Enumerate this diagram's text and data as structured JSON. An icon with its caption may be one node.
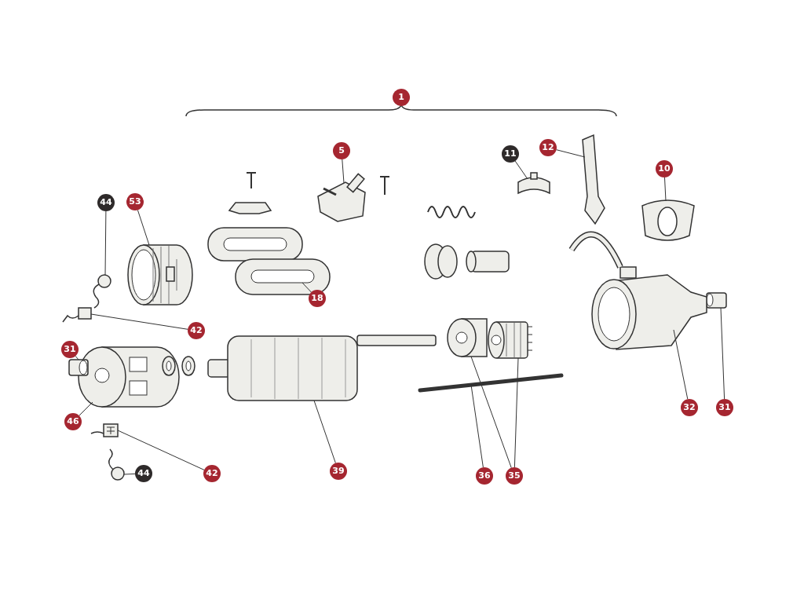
{
  "diagram": {
    "nodes": [
      {
        "text": [
          "5"
        ]
      },
      {
        "text": [
          "11"
        ]
      },
      {
        "text": [
          "12"
        ]
      },
      {
        "text": [
          "10"
        ]
      },
      {
        "text": [
          "44"
        ]
      },
      {
        "text": [
          "53"
        ]
      },
      {
        "text": [
          "18"
        ]
      },
      {
        "text": [
          "42"
        ]
      },
      {
        "text": [
          "31"
        ]
      },
      {
        "text": [
          "46"
        ]
      },
      {
        "text": [
          "32"
        ]
      },
      {
        "text": [
          "31"
        ]
      },
      {
        "text": [
          "39"
        ]
      },
      {
        "text": [
          "36"
        ]
      },
      {
        "text": [
          "35"
        ]
      },
      {
        "text": [
          "42"
        ]
      },
      {
        "text": [
          "44"
        ]
      },
      {
        "text": [],
        "shape": "picture"
      },
      {
        "text": [],
        "shape": "picture"
      },
      {
        "text": [],
        "shape": "picture"
      },
      {
        "text": [],
        "shape": "picture"
      },
      {
        "text": [],
        "shape": "picture"
      },
      {
        "text": [],
        "shape": "picture"
      },
      {
        "text": [],
        "shape": "picture"
      },
      {
        "text": [],
        "shape": "picture"
      },
      {
        "text": [],
        "shape": "picture"
      },
      {
        "text": [],
        "shape": "picture"
      },
      {
        "text": [],
        "shape": "picture"
      },
      {
        "text": [],
        "shape": "picture"
      },
      {
        "text": [],
        "shape": "picture"
      },
      {
        "text": [],
        "shape": "picture"
      },
      {
        "text": [],
        "shape": "picture"
      },
      {
        "text": [],
        "shape": "picture"
      },
      {
        "text": [],
        "shape": "picture"
      },
      {
        "text": [],
        "shape": "picture"
      },
      {
        "text": [
          "1"
        ]
      }
    ],
    "edges": [
      {
        "from": 0,
        "to": 17,
        "arrow": "none"
      },
      {
        "from": 1,
        "to": 18,
        "arrow": "none"
      },
      {
        "from": 2,
        "to": 19,
        "arrow": "none"
      },
      {
        "from": 3,
        "to": 20,
        "arrow": "none"
      },
      {
        "from": 4,
        "to": 21,
        "arrow": "none"
      },
      {
        "from": 5,
        "to": 22,
        "arrow": "none"
      },
      {
        "from": 6,
        "to": 23,
        "arrow": "none"
      },
      {
        "from": 7,
        "to": 24,
        "arrow": "none"
      },
      {
        "from": 8,
        "to": 25,
        "arrow": "none"
      },
      {
        "from": 9,
        "to": 26,
        "arrow": "none"
      },
      {
        "from": 10,
        "to": 27,
        "arrow": "none"
      },
      {
        "from": 11,
        "to": 28,
        "arrow": "none"
      },
      {
        "from": 12,
        "to": 29,
        "arrow": "none"
      },
      {
        "from": 13,
        "to": 30,
        "arrow": "none"
      },
      {
        "from": 14,
        "to": 31,
        "arrow": "none"
      },
      {
        "from": 14,
        "to": 32,
        "arrow": "none"
      },
      {
        "from": 15,
        "to": 33,
        "arrow": "none"
      },
      {
        "from": 16,
        "to": 34,
        "arrow": "none"
      }
    ]
  }
}
